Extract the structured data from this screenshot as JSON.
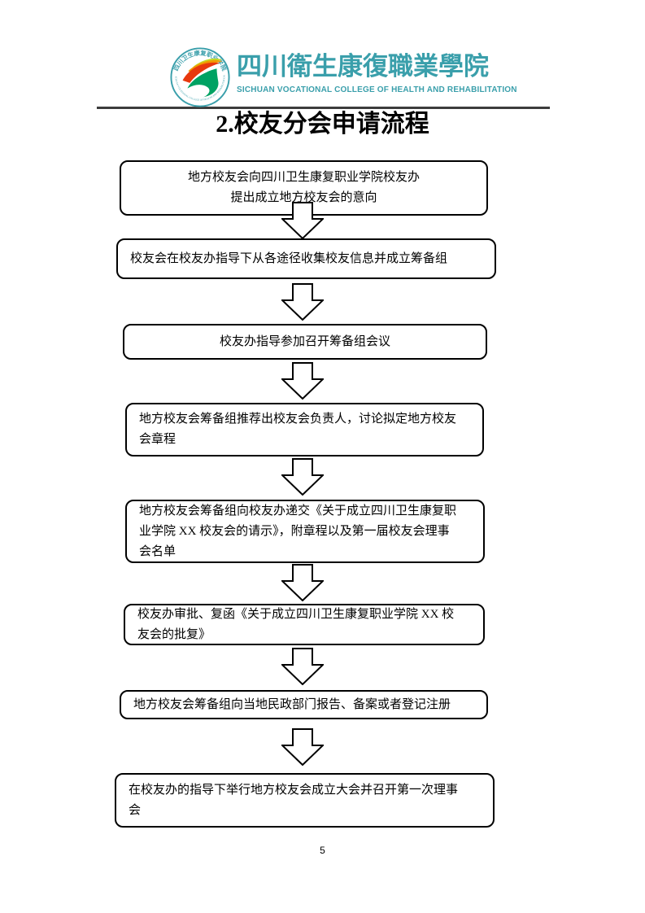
{
  "header": {
    "college_name_zh": "四川衛生康復職業學院",
    "college_name_en": "SICHUAN VOCATIONAL COLLEGE OF HEALTH AND REHABILITATION",
    "brand_color": "#3a9fab",
    "logo": {
      "seal_text_zh": "四川卫生康复职业学院",
      "seal_text_en": "SICHUAN VOCATIONAL COLLEGE OF HEALTH AND REHABILITATION",
      "ring_color": "#3a9fab",
      "wing_colors": [
        "#c3d825",
        "#f39800",
        "#e8380d",
        "#00a263"
      ]
    }
  },
  "title": "2.校友分会申请流程",
  "flowchart": {
    "steps": [
      {
        "text": "地方校友会向四川卫生康复职业学院校友办\n提出成立地方校友会的意向"
      },
      {
        "text": "校友会在校友办指导下从各途径收集校友信息并成立筹备组"
      },
      {
        "text": "校友办指导参加召开筹备组会议"
      },
      {
        "text": "地方校友会筹备组推荐出校友会负责人，讨论拟定地方校友\n会章程"
      },
      {
        "text": "地方校友会筹备组向校友办递交《关于成立四川卫生康复职\n业学院 XX 校友会的请示》，附章程以及第一届校友会理事\n会名单"
      },
      {
        "text": "校友办审批、复函《关于成立四川卫生康复职业学院 XX 校\n友会的批复》"
      },
      {
        "text": "地方校友会筹备组向当地民政部门报告、备案或者登记注册"
      },
      {
        "text": "在校友办的指导下举行地方校友会成立大会并召开第一次理事\n会"
      }
    ]
  },
  "footer": {
    "page_number": "5"
  }
}
